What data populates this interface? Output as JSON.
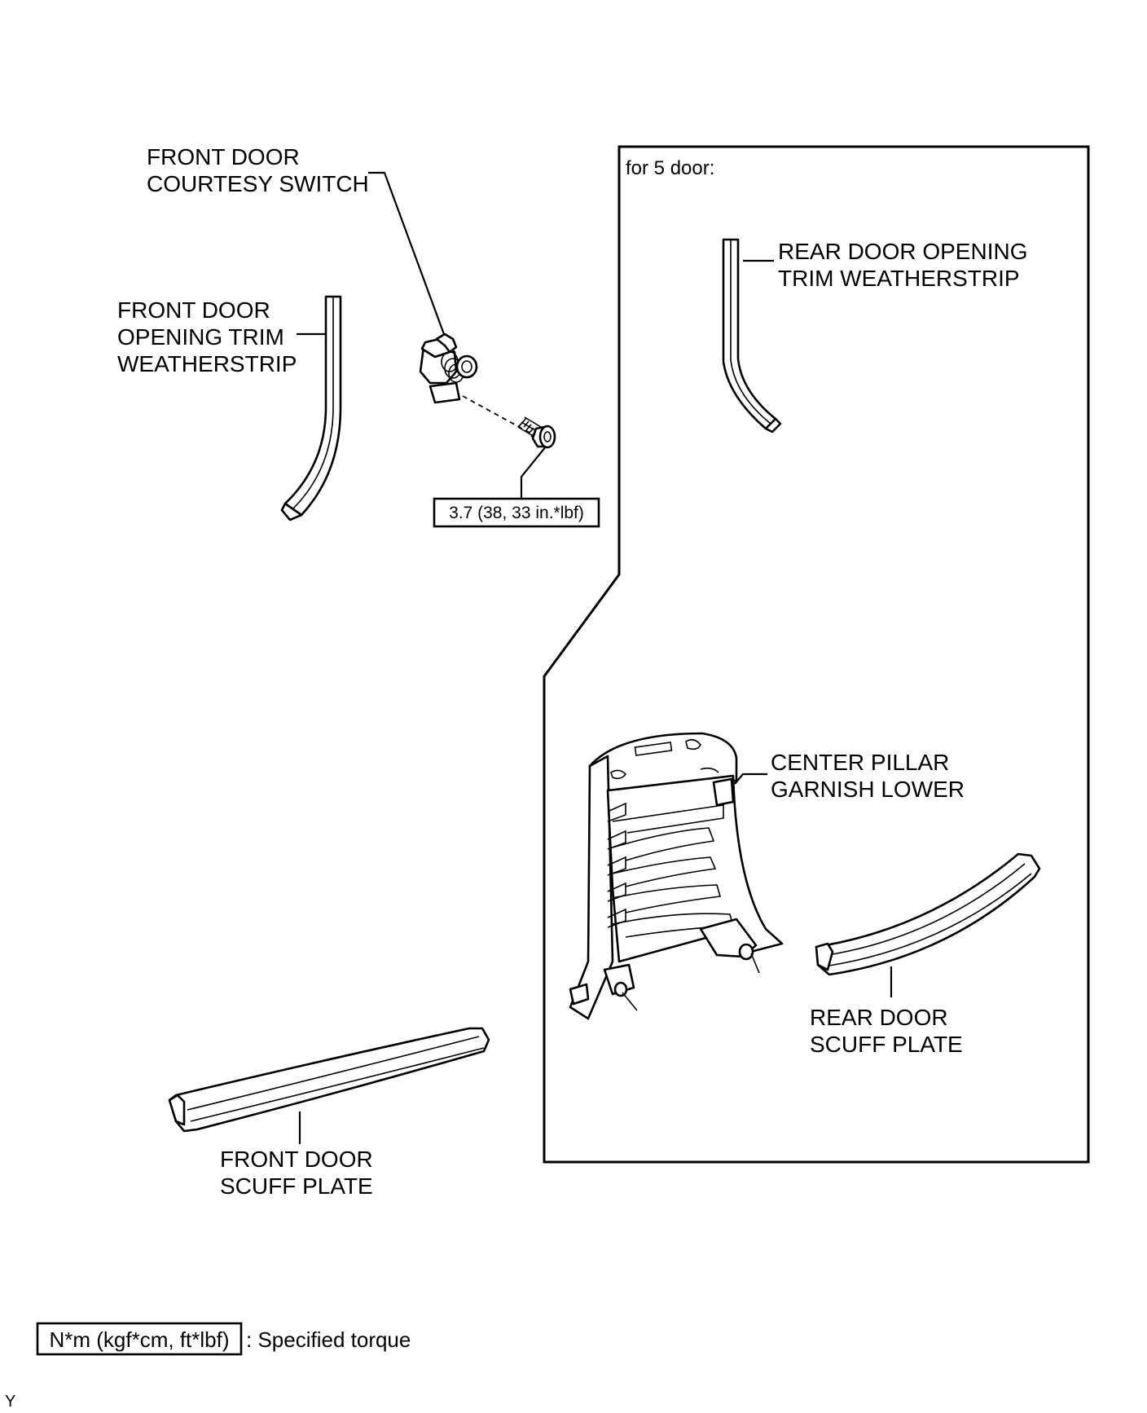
{
  "labels": {
    "front_door_courtesy_switch": [
      "FRONT DOOR",
      "COURTESY SWITCH"
    ],
    "front_door_opening_trim_weatherstrip": [
      "FRONT DOOR",
      "OPENING TRIM",
      "WEATHERSTRIP"
    ],
    "torque_value": "3.7 (38, 33 in.*lbf)",
    "variant_title": "for 5 door:",
    "rear_door_opening_trim_weatherstrip": [
      "REAR DOOR OPENING",
      "TRIM WEATHERSTRIP"
    ],
    "center_pillar_garnish_lower": [
      "CENTER PILLAR",
      "GARNISH LOWER"
    ],
    "rear_door_scuff_plate": [
      "REAR DOOR",
      "SCUFF PLATE"
    ],
    "front_door_scuff_plate": [
      "FRONT DOOR",
      "SCUFF PLATE"
    ]
  },
  "legend": {
    "unit_box": "N*m (kgf*cm, ft*lbf)",
    "description": ": Specified torque"
  },
  "corner_code": "Y"
}
